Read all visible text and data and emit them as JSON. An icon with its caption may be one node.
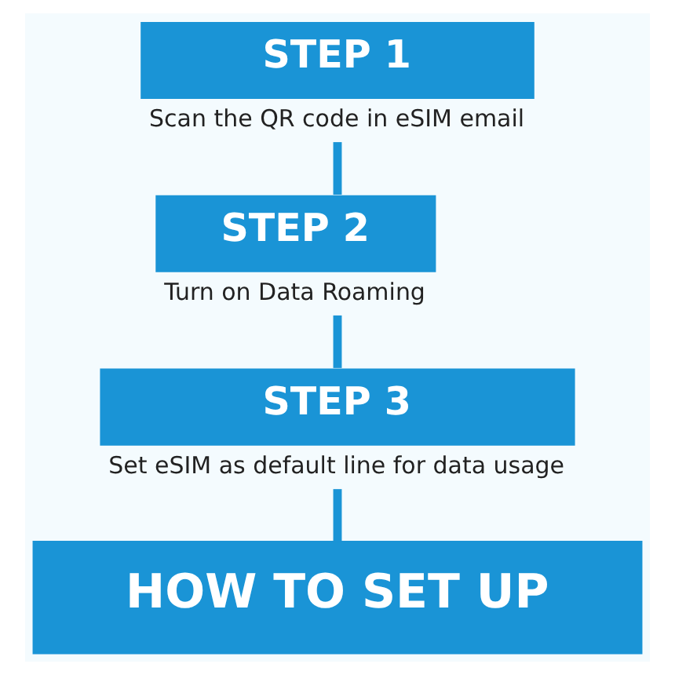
{
  "diagram": {
    "nodes": [
      {
        "text": [
          "STEP 1"
        ],
        "beside": [
          "Scan the QR code in eSIM email"
        ]
      },
      {
        "text": [
          "STEP 2"
        ],
        "beside": [
          "Turn on Data Roaming"
        ]
      },
      {
        "text": [
          "STEP 3"
        ],
        "beside": [
          "Set eSIM as default line for data usage"
        ]
      },
      {
        "text": [
          "HOW TO SET UP"
        ]
      }
    ],
    "edges": [
      {
        "from": 0,
        "to": 1,
        "arrow": "none"
      },
      {
        "from": 1,
        "to": 2,
        "arrow": "none"
      },
      {
        "from": 2,
        "to": 3,
        "arrow": "none"
      }
    ]
  }
}
